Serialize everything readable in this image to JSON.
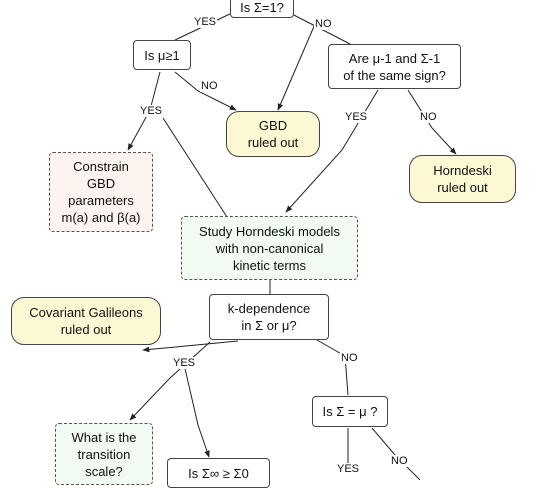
{
  "nodes": {
    "q_sigma1": {
      "lines": [
        "Is Σ=1?"
      ]
    },
    "q_mu1": {
      "lines": [
        "Is μ≥1"
      ]
    },
    "q_sign": {
      "lines": [
        "Are μ-1 and Σ-1",
        "of the same sign?"
      ]
    },
    "gbd_out": {
      "lines": [
        "GBD",
        "ruled out"
      ]
    },
    "constrain": {
      "lines": [
        "Constrain",
        "GBD",
        "parameters",
        "m(a) and β(a)"
      ]
    },
    "horndeski_out": {
      "lines": [
        "Horndeski",
        "ruled out"
      ]
    },
    "study": {
      "lines": [
        "Study Horndeski models",
        "with non-canonical",
        "kinetic terms"
      ]
    },
    "galileons_out": {
      "lines": [
        "Covariant Galileons",
        "ruled out"
      ]
    },
    "k_dep": {
      "lines": [
        "k-dependence",
        "in Σ or μ?"
      ]
    },
    "q_sigma_mu": {
      "lines": [
        "Is Σ = μ ?"
      ]
    },
    "transition": {
      "lines": [
        "What is the",
        "transition",
        "scale?"
      ]
    },
    "q_sigma_inf": {
      "lines": [
        "Is Σ∞ ≥ Σ0"
      ]
    }
  },
  "edge_labels": {
    "yes_mu1": "YES",
    "no_sign": "NO",
    "no_gbd": "NO",
    "yes_constrain": "YES",
    "yes_study": "YES",
    "no_horndeski": "NO",
    "yes_kdep": "YES",
    "no_kdep": "NO",
    "yes_sigma_mu": "YES",
    "no_sigma_mu": "NO"
  },
  "colors": {
    "outcome_fill": "#fdf8d4",
    "pink_fill": "#fdf3ef",
    "green_fill": "#f1fbf1",
    "stroke": "#444444"
  }
}
